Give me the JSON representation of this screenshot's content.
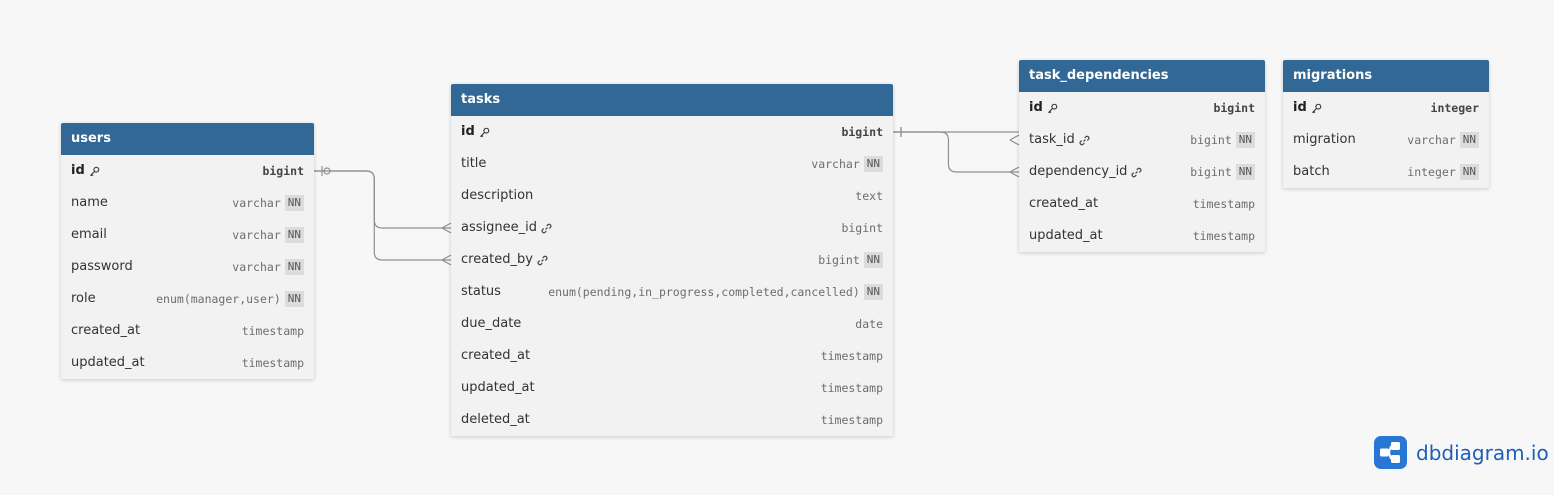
{
  "tables": [
    {
      "id": "users",
      "name": "users",
      "fields": [
        {
          "name": "id",
          "type": "bigint",
          "pk": true
        },
        {
          "name": "name",
          "type": "varchar",
          "nn": true
        },
        {
          "name": "email",
          "type": "varchar",
          "nn": true
        },
        {
          "name": "password",
          "type": "varchar",
          "nn": true
        },
        {
          "name": "role",
          "type": "enum(manager,user)",
          "nn": true
        },
        {
          "name": "created_at",
          "type": "timestamp"
        },
        {
          "name": "updated_at",
          "type": "timestamp"
        }
      ]
    },
    {
      "id": "tasks",
      "name": "tasks",
      "fields": [
        {
          "name": "id",
          "type": "bigint",
          "pk": true
        },
        {
          "name": "title",
          "type": "varchar",
          "nn": true
        },
        {
          "name": "description",
          "type": "text"
        },
        {
          "name": "assignee_id",
          "type": "bigint",
          "fk": true
        },
        {
          "name": "created_by",
          "type": "bigint",
          "nn": true,
          "fk": true
        },
        {
          "name": "status",
          "type": "enum(pending,in_progress,completed,cancelled)",
          "nn": true
        },
        {
          "name": "due_date",
          "type": "date"
        },
        {
          "name": "created_at",
          "type": "timestamp"
        },
        {
          "name": "updated_at",
          "type": "timestamp"
        },
        {
          "name": "deleted_at",
          "type": "timestamp"
        }
      ]
    },
    {
      "id": "task_dependencies",
      "name": "task_dependencies",
      "fields": [
        {
          "name": "id",
          "type": "bigint",
          "pk": true
        },
        {
          "name": "task_id",
          "type": "bigint",
          "nn": true,
          "fk": true
        },
        {
          "name": "dependency_id",
          "type": "bigint",
          "nn": true,
          "fk": true
        },
        {
          "name": "created_at",
          "type": "timestamp"
        },
        {
          "name": "updated_at",
          "type": "timestamp"
        }
      ]
    },
    {
      "id": "migrations",
      "name": "migrations",
      "fields": [
        {
          "name": "id",
          "type": "integer",
          "pk": true
        },
        {
          "name": "migration",
          "type": "varchar",
          "nn": true
        },
        {
          "name": "batch",
          "type": "integer",
          "nn": true
        }
      ]
    }
  ],
  "relationships": [
    {
      "from": "users.id",
      "to": "tasks.assignee_id",
      "from_end": "optional-one",
      "to_end": "many"
    },
    {
      "from": "users.id",
      "to": "tasks.created_by",
      "from_end": "one",
      "to_end": "many"
    },
    {
      "from": "tasks.id",
      "to": "task_dependencies.task_id",
      "from_end": "one",
      "to_end": "many"
    },
    {
      "from": "tasks.id",
      "to": "task_dependencies.dependency_id",
      "from_end": "one",
      "to_end": "many"
    }
  ],
  "nn_label": "NN",
  "brand": {
    "name": "dbdiagram.io"
  },
  "colors": {
    "header": "#316896",
    "brand": "#2877d4"
  }
}
